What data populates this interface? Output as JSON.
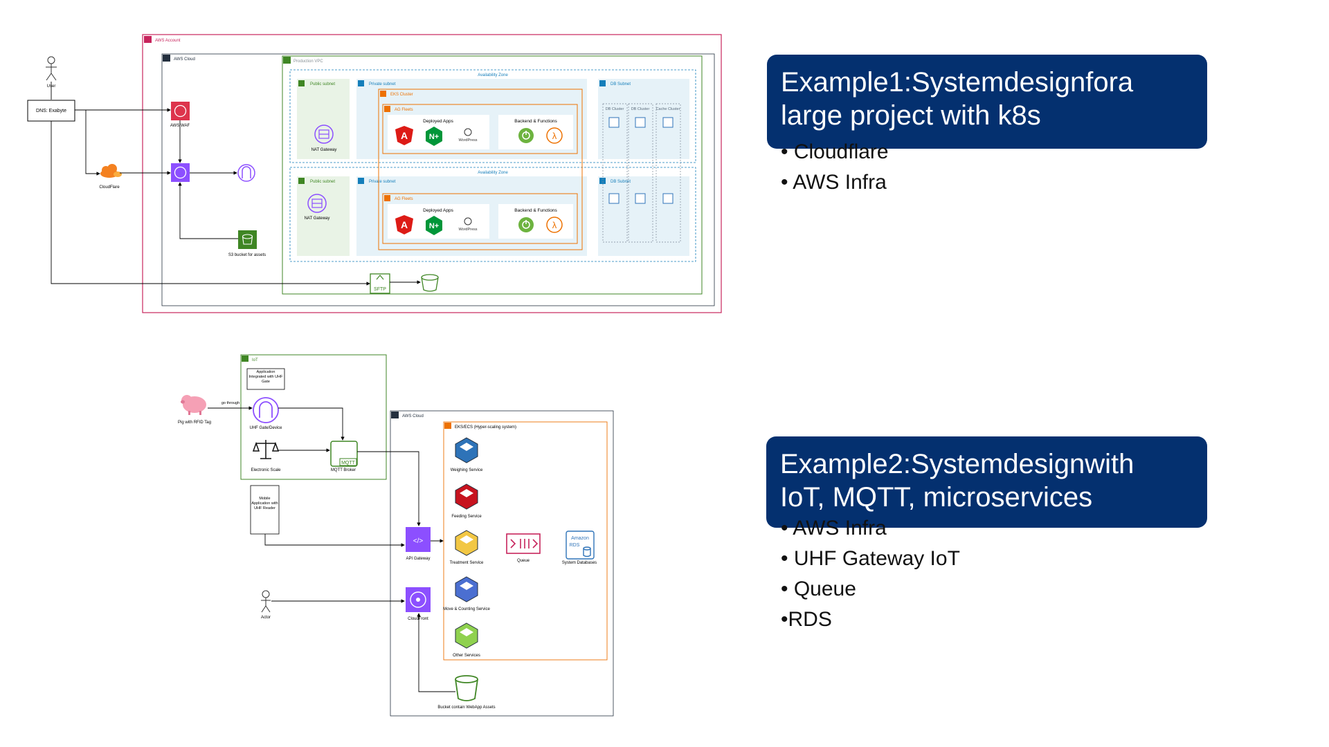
{
  "colors": {
    "callout_bg": "#04306f",
    "aws_account_border": "#c7245c",
    "vpc_border": "#3f8624",
    "subnet_public_fill": "#e9f3e6",
    "subnet_private_fill": "#e6f2f8",
    "eks_orange": "#ed7100",
    "security_red": "#dd344c",
    "network_purple": "#8c4fff",
    "storage_green": "#3f8624",
    "compute_orange": "#ed7100"
  },
  "example1": {
    "callout": {
      "line1": "Example1:Systemdesignfora",
      "line2": "large project with k8s"
    },
    "bullets": [
      "Cloudflare",
      "AWS Infra"
    ],
    "diagram": {
      "user_label": "User",
      "dns_label": "DNS: Exabyte",
      "aws_account_label": "AWS Account",
      "aws_cloud_label": "AWS Cloud",
      "waf_label": "AWS WAF",
      "cloudflare_label": "CloudFlare",
      "s3_assets_label": "S3 bucket for assets",
      "vpc_label": "Production VPC",
      "az_label_1": "Availability Zone",
      "az_label_2": "Availability Zone",
      "public_subnet_1": "Public subnet",
      "private_subnet_1": "Private subnet",
      "public_subnet_2": "Public subnet",
      "private_subnet_2": "Private subnet",
      "nat_gateway_1": "NAT Gateway",
      "nat_gateway_2": "NAT Gateway",
      "eks_cluster": "EKS Cluster",
      "ag_fleets_1": "AG Fleets",
      "ag_fleets_2": "AG Fleets",
      "deployed_apps_1": "Deployed Apps",
      "deployed_apps_2": "Deployed Apps",
      "backend_functions_1": "Backend & Functions",
      "backend_functions_2": "Backend & Functions",
      "wordpress_1": "WordPress",
      "wordpress_2": "WordPress",
      "db_subnet_1": "DB Subnet",
      "db_subnet_2": "DB Subnet",
      "db_cluster_1": "DB Cluster",
      "db_cluster_2": "DB Cluster",
      "cache_cluster": "Cache Cluster",
      "sftp_label": "SFTP"
    }
  },
  "example2": {
    "callout": {
      "line1": "Example2:Systemdesignwith",
      "line2": "IoT, MQTT, microservices"
    },
    "bullets": [
      "AWS Infra",
      "UHF Gateway IoT",
      "Queue",
      "RDS"
    ],
    "diagram": {
      "iot_label": "IoT",
      "app_uhf_gate": "Application Integrated with UHF Gate",
      "pig_label": "Pig with RFID Tag",
      "go_through": "go through",
      "uhf_gate_device": "UHF Gate/Device",
      "electronic_scale": "Electronic Scale",
      "mqtt_broker": "MQTT Broker",
      "mqtt_icon_text": "MQTT",
      "mobile_app": "Mobile Application with UHF Reader",
      "aws_cloud_label": "AWS Cloud",
      "eks_ecs_label": "EKS/ECS (Hyper-scaling system)",
      "weighing_service": "Weighing Service",
      "feeding_service": "Feeding Service",
      "treatment_service": "Treatment Service",
      "move_counting_service": "Move & Counting Service",
      "other_services": "Other Services",
      "queue": "Queue",
      "system_databases": "System Databases",
      "api_gateway": "API Gateway",
      "actor": "Actor",
      "cloudfront": "CloudFront",
      "bucket_webapp": "Bucket contain WebApp Assets"
    }
  }
}
